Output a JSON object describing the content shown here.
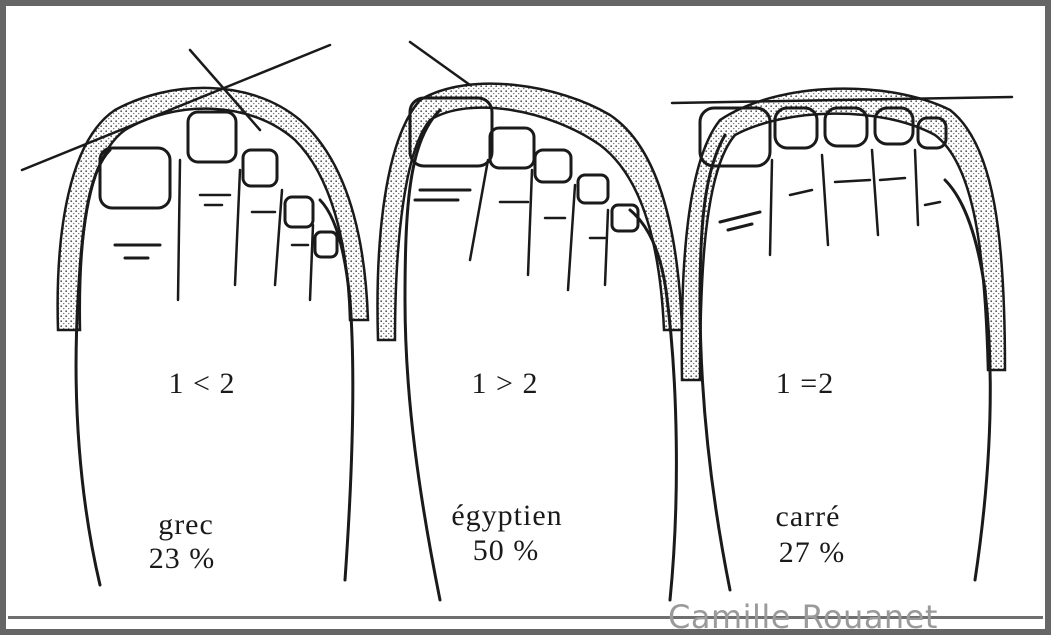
{
  "feet": [
    {
      "ratio": "1 < 2",
      "type": "grec",
      "percent": "23 %"
    },
    {
      "ratio": "1 > 2",
      "type": "égyptien",
      "percent": "50 %"
    },
    {
      "ratio": "1 =2",
      "type": "carré",
      "percent": "27 %"
    }
  ],
  "credit": "Camille Rouanet",
  "colors": {
    "ink": "#1a1a1a",
    "frame": "#666666",
    "credit": "#9a9a9a",
    "stipple": "#bdbdbd"
  }
}
